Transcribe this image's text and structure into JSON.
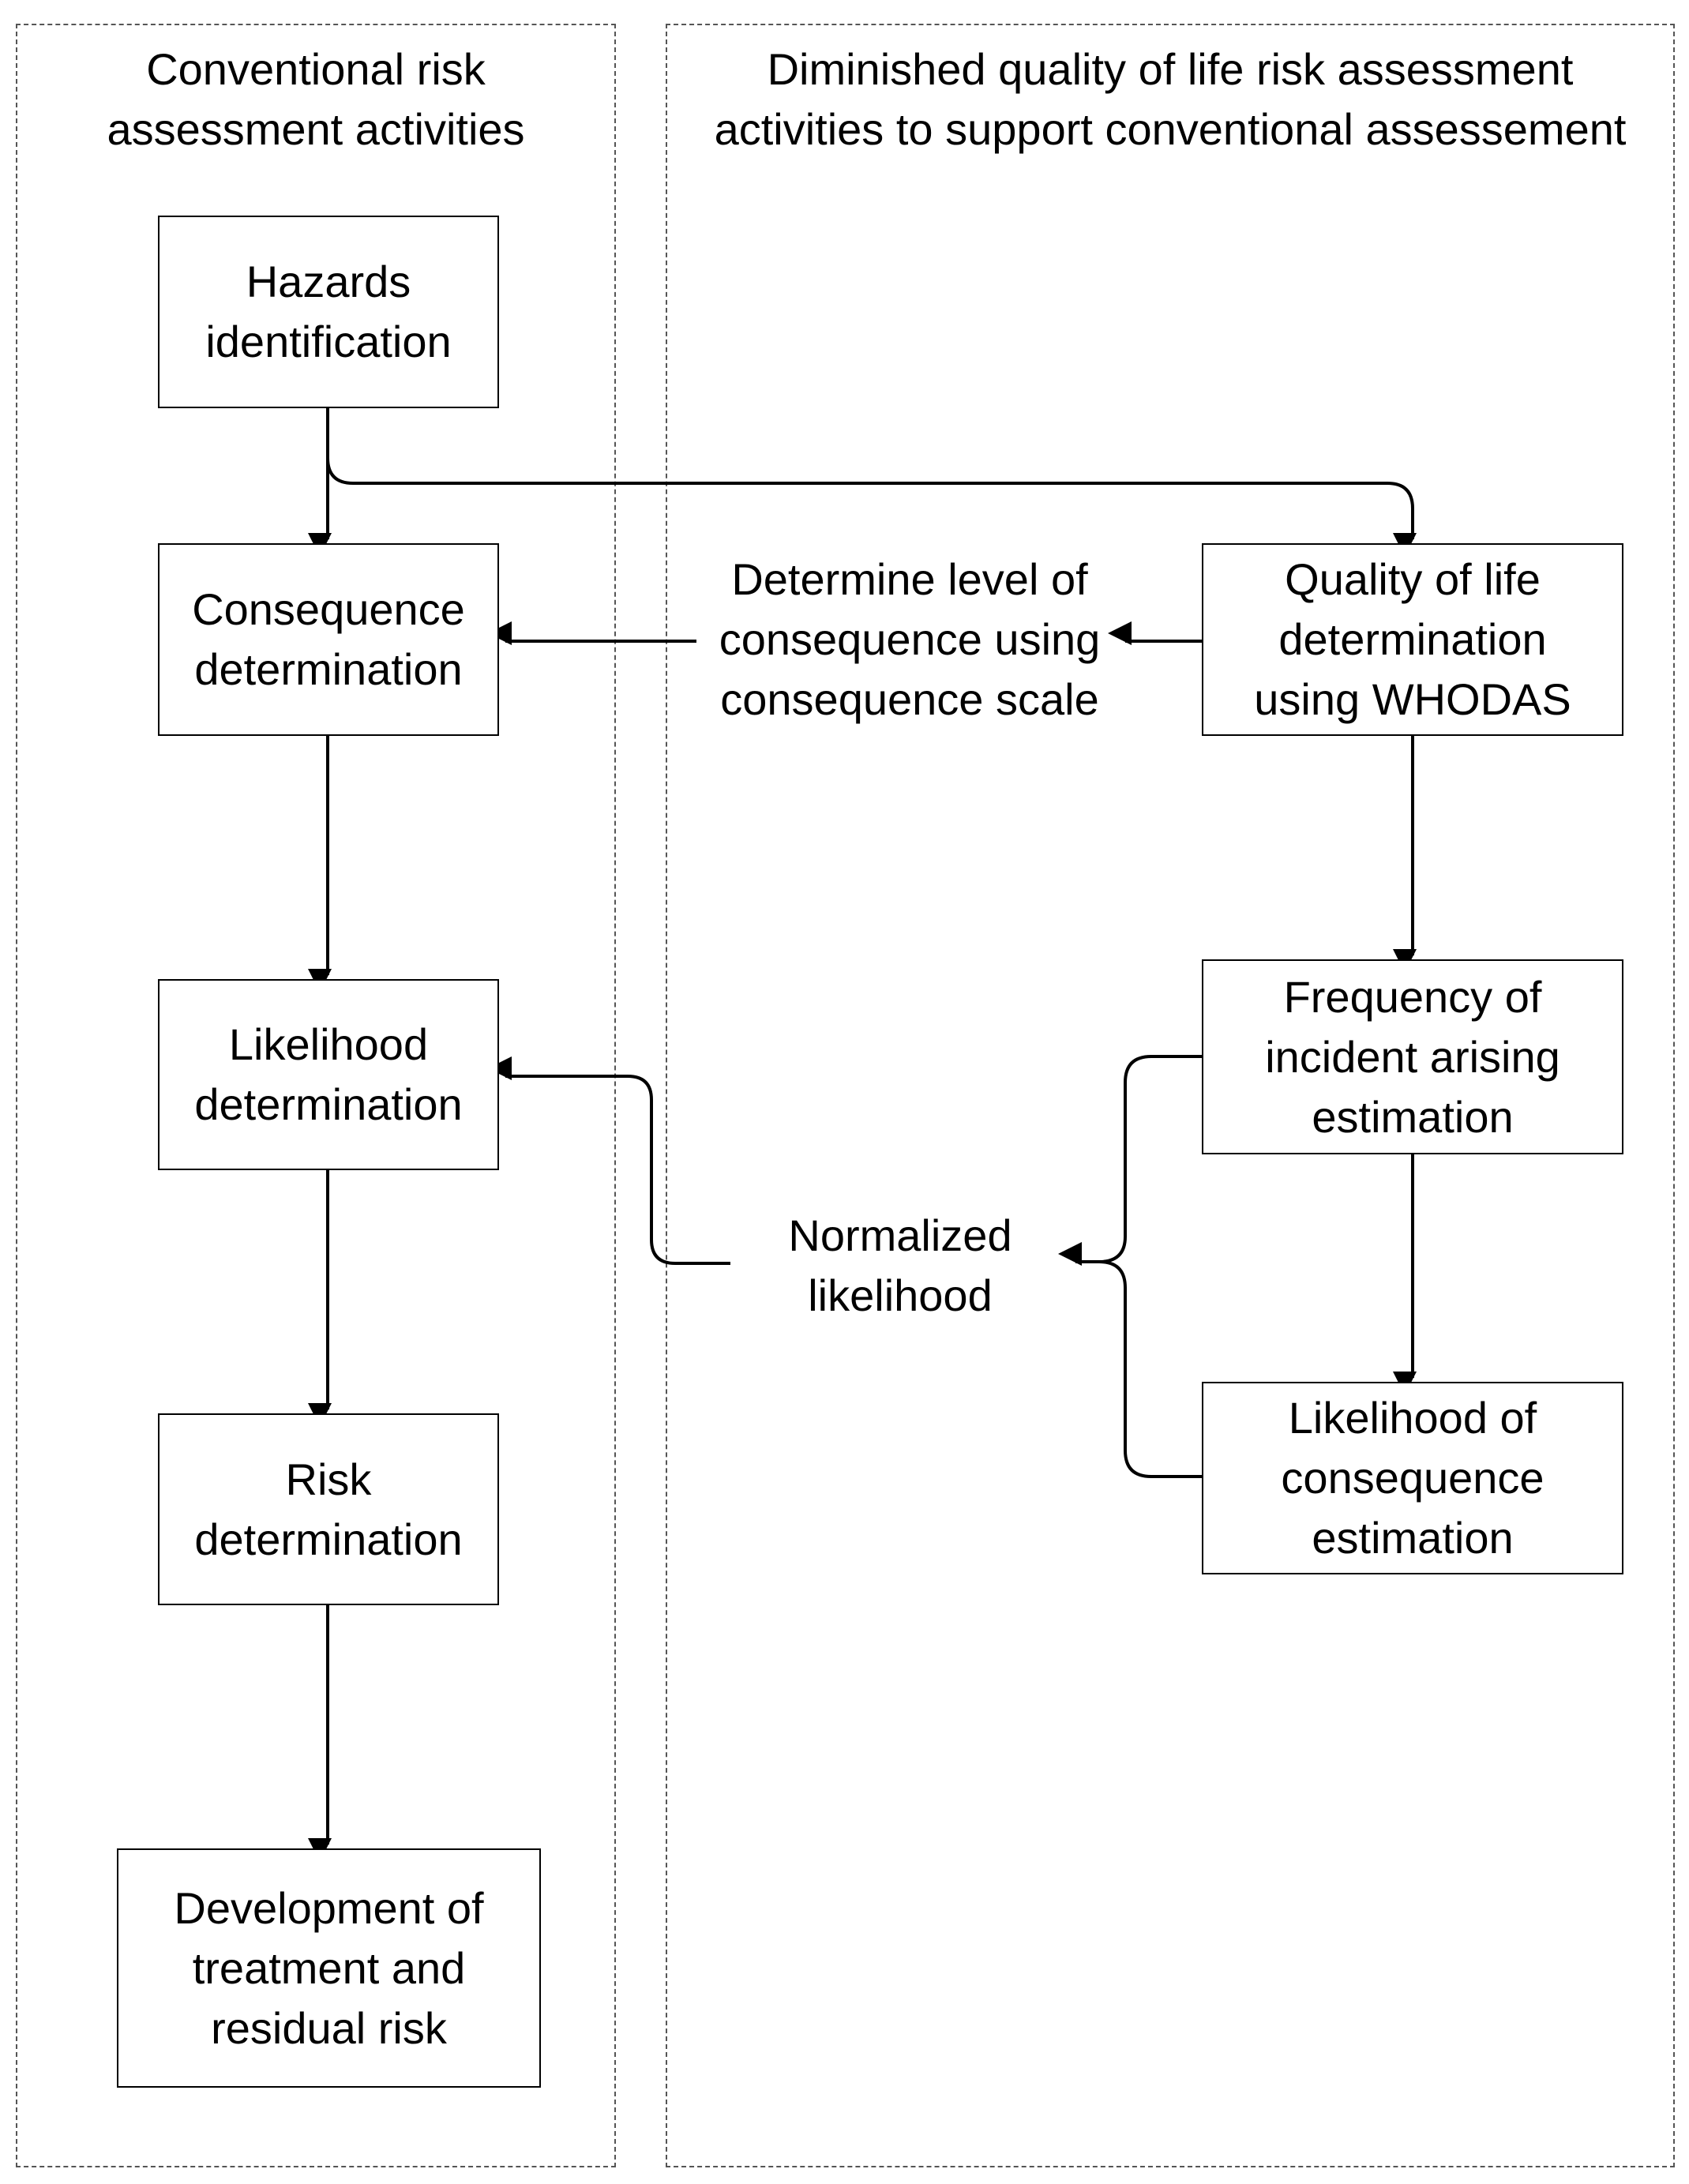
{
  "panels": {
    "left_title": "Conventional risk\nassessment activities",
    "right_title": "Diminished quality of life risk assessment\nactivities to support conventional assessement"
  },
  "boxes": {
    "hazards": "Hazards\nidentification",
    "consequence": "Consequence\ndetermination",
    "likelihood": "Likelihood\ndetermination",
    "risk": "Risk\ndetermination",
    "treatment": "Development of\ntreatment and\nresidual risk",
    "quality": "Quality of life\ndetermination\nusing WHODAS",
    "frequency": "Frequency of\nincident arising\nestimation",
    "likelihood_consequence": "Likelihood of\nconsequence\nestimation"
  },
  "labels": {
    "determine_level": "Determine level of\nconsequence using\nconsequence scale",
    "normalized": "Normalized\nlikelihood"
  },
  "colors": {
    "line": "#000000",
    "panel_border": "#555555"
  }
}
